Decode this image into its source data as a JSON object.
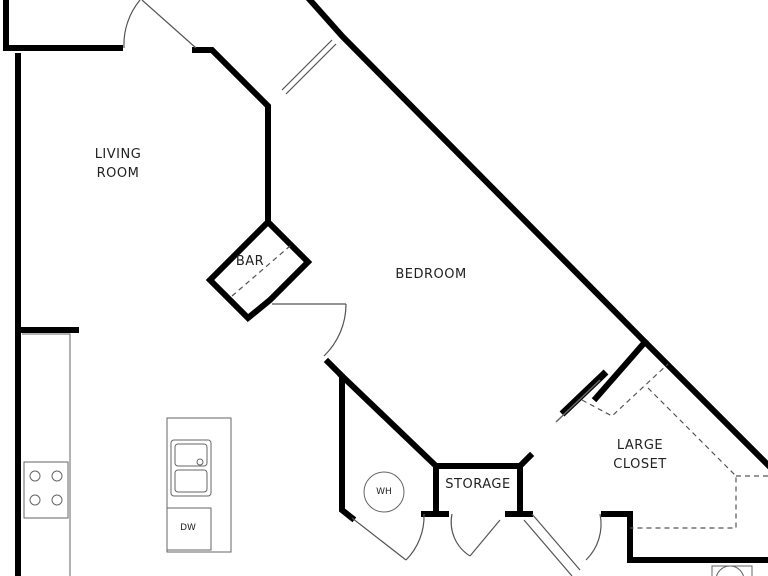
{
  "rooms": {
    "living_room": "LIVING\nROOM",
    "bar": "BAR",
    "bedroom": "BEDROOM",
    "storage": "STORAGE",
    "large_closet": "LARGE\nCLOSET"
  },
  "fixtures": {
    "water_heater": "WH",
    "dishwasher": "DW"
  },
  "colors": {
    "wall": "#000000",
    "line": "#555555",
    "text": "#222222",
    "background": "#ffffff"
  }
}
